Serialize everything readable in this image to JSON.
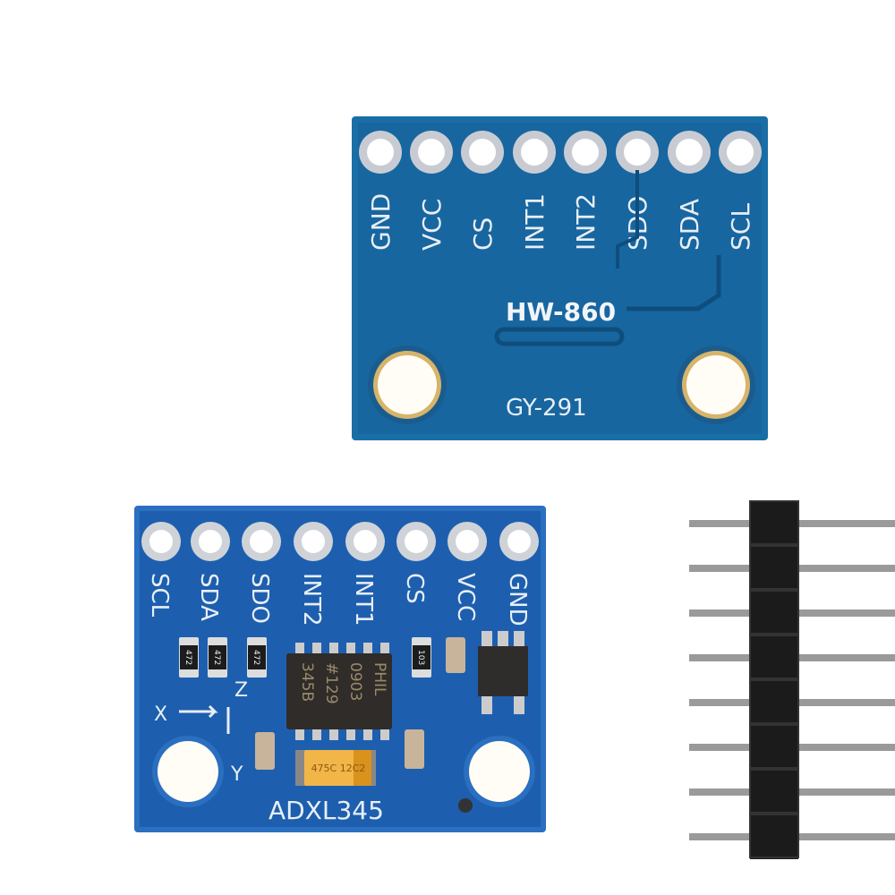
{
  "top_board": {
    "pins": [
      "GND",
      "VCC",
      "CS",
      "INT1",
      "INT2",
      "SDO",
      "SDA",
      "SCL"
    ],
    "model": "HW-860",
    "name": "GY-291",
    "color": "#1a6ea6"
  },
  "bottom_board": {
    "pins": [
      "SCL",
      "SDA",
      "SDO",
      "INT2",
      "INT1",
      "CS",
      "VCC",
      "GND"
    ],
    "chip_text": [
      "345B",
      "#129",
      "0903",
      "PHIL"
    ],
    "resistors": [
      "472",
      "472",
      "472",
      "103"
    ],
    "capacitor": "475C 12C2",
    "axes": [
      "X",
      "Y",
      "Z"
    ],
    "name": "ADXL345",
    "color": "#1d5fae"
  },
  "header": {
    "pin_count": 8,
    "color": "#1b1b1b"
  }
}
